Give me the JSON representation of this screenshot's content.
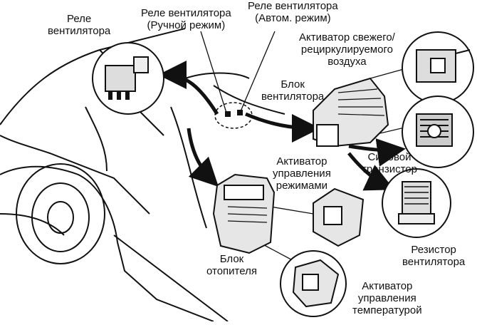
{
  "labels": {
    "relay_fan": [
      "Реле",
      "вентилятора"
    ],
    "relay_manual": [
      "Реле вентилятора",
      "(Ручной режим)"
    ],
    "relay_auto": [
      "Реле вентилятора",
      "(Автом. режим)"
    ],
    "actuator_fresh": [
      "Активатор свежего/",
      "рециркулируемого",
      "воздуха"
    ],
    "fan_unit": [
      "Блок",
      "вентилятора"
    ],
    "power_transistor": [
      "Силовой",
      "транзистор"
    ],
    "actuator_mode": [
      "Активатор",
      "управления",
      "режимами"
    ],
    "fan_resistor": [
      "Резистор",
      "вентилятора"
    ],
    "heater_unit": [
      "Блок",
      "отопителя"
    ],
    "actuator_temp": [
      "Активатор",
      "управления",
      "температурой"
    ]
  }
}
